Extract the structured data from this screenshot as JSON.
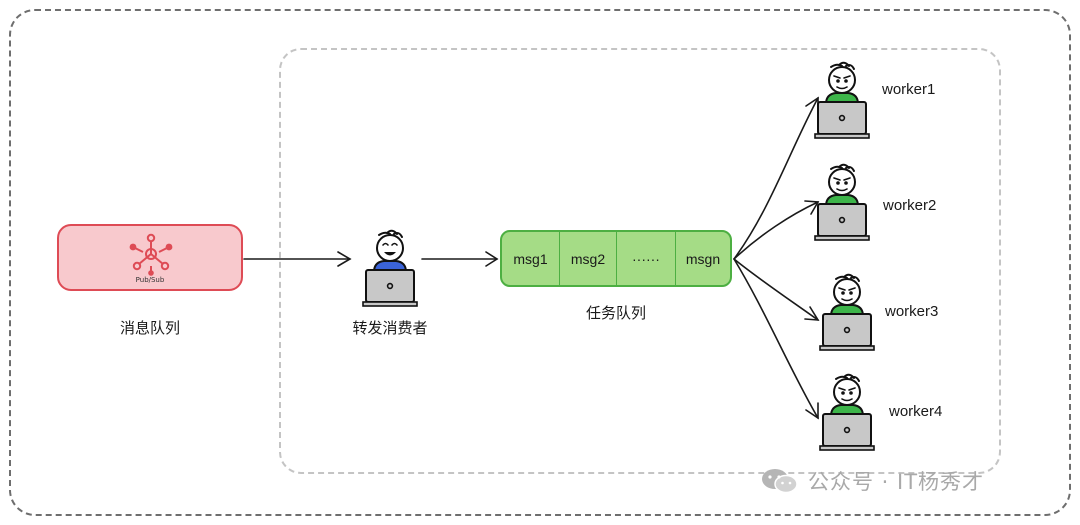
{
  "pubsub": {
    "icon_label": "Pub/Sub",
    "caption": "消息队列",
    "fill": "#f8c9cd",
    "border": "#de4b55"
  },
  "forwarder": {
    "caption": "转发消费者",
    "shirt_color": "#3b63d8"
  },
  "task_queue": {
    "caption": "任务队列",
    "cells": [
      "msg1",
      "msg2",
      "······",
      "msgn"
    ],
    "fill": "#a5dc86",
    "border": "#4daf42"
  },
  "workers": [
    {
      "label": "worker1",
      "shirt_color": "#3db54a"
    },
    {
      "label": "worker2",
      "shirt_color": "#3db54a"
    },
    {
      "label": "worker3",
      "shirt_color": "#3db54a"
    },
    {
      "label": "worker4",
      "shirt_color": "#3db54a"
    }
  ],
  "watermark": {
    "text": "公众号 · IT杨秀才"
  },
  "icons": [
    "pubsub-icon",
    "person-laptop-icon",
    "wechat-icon"
  ]
}
